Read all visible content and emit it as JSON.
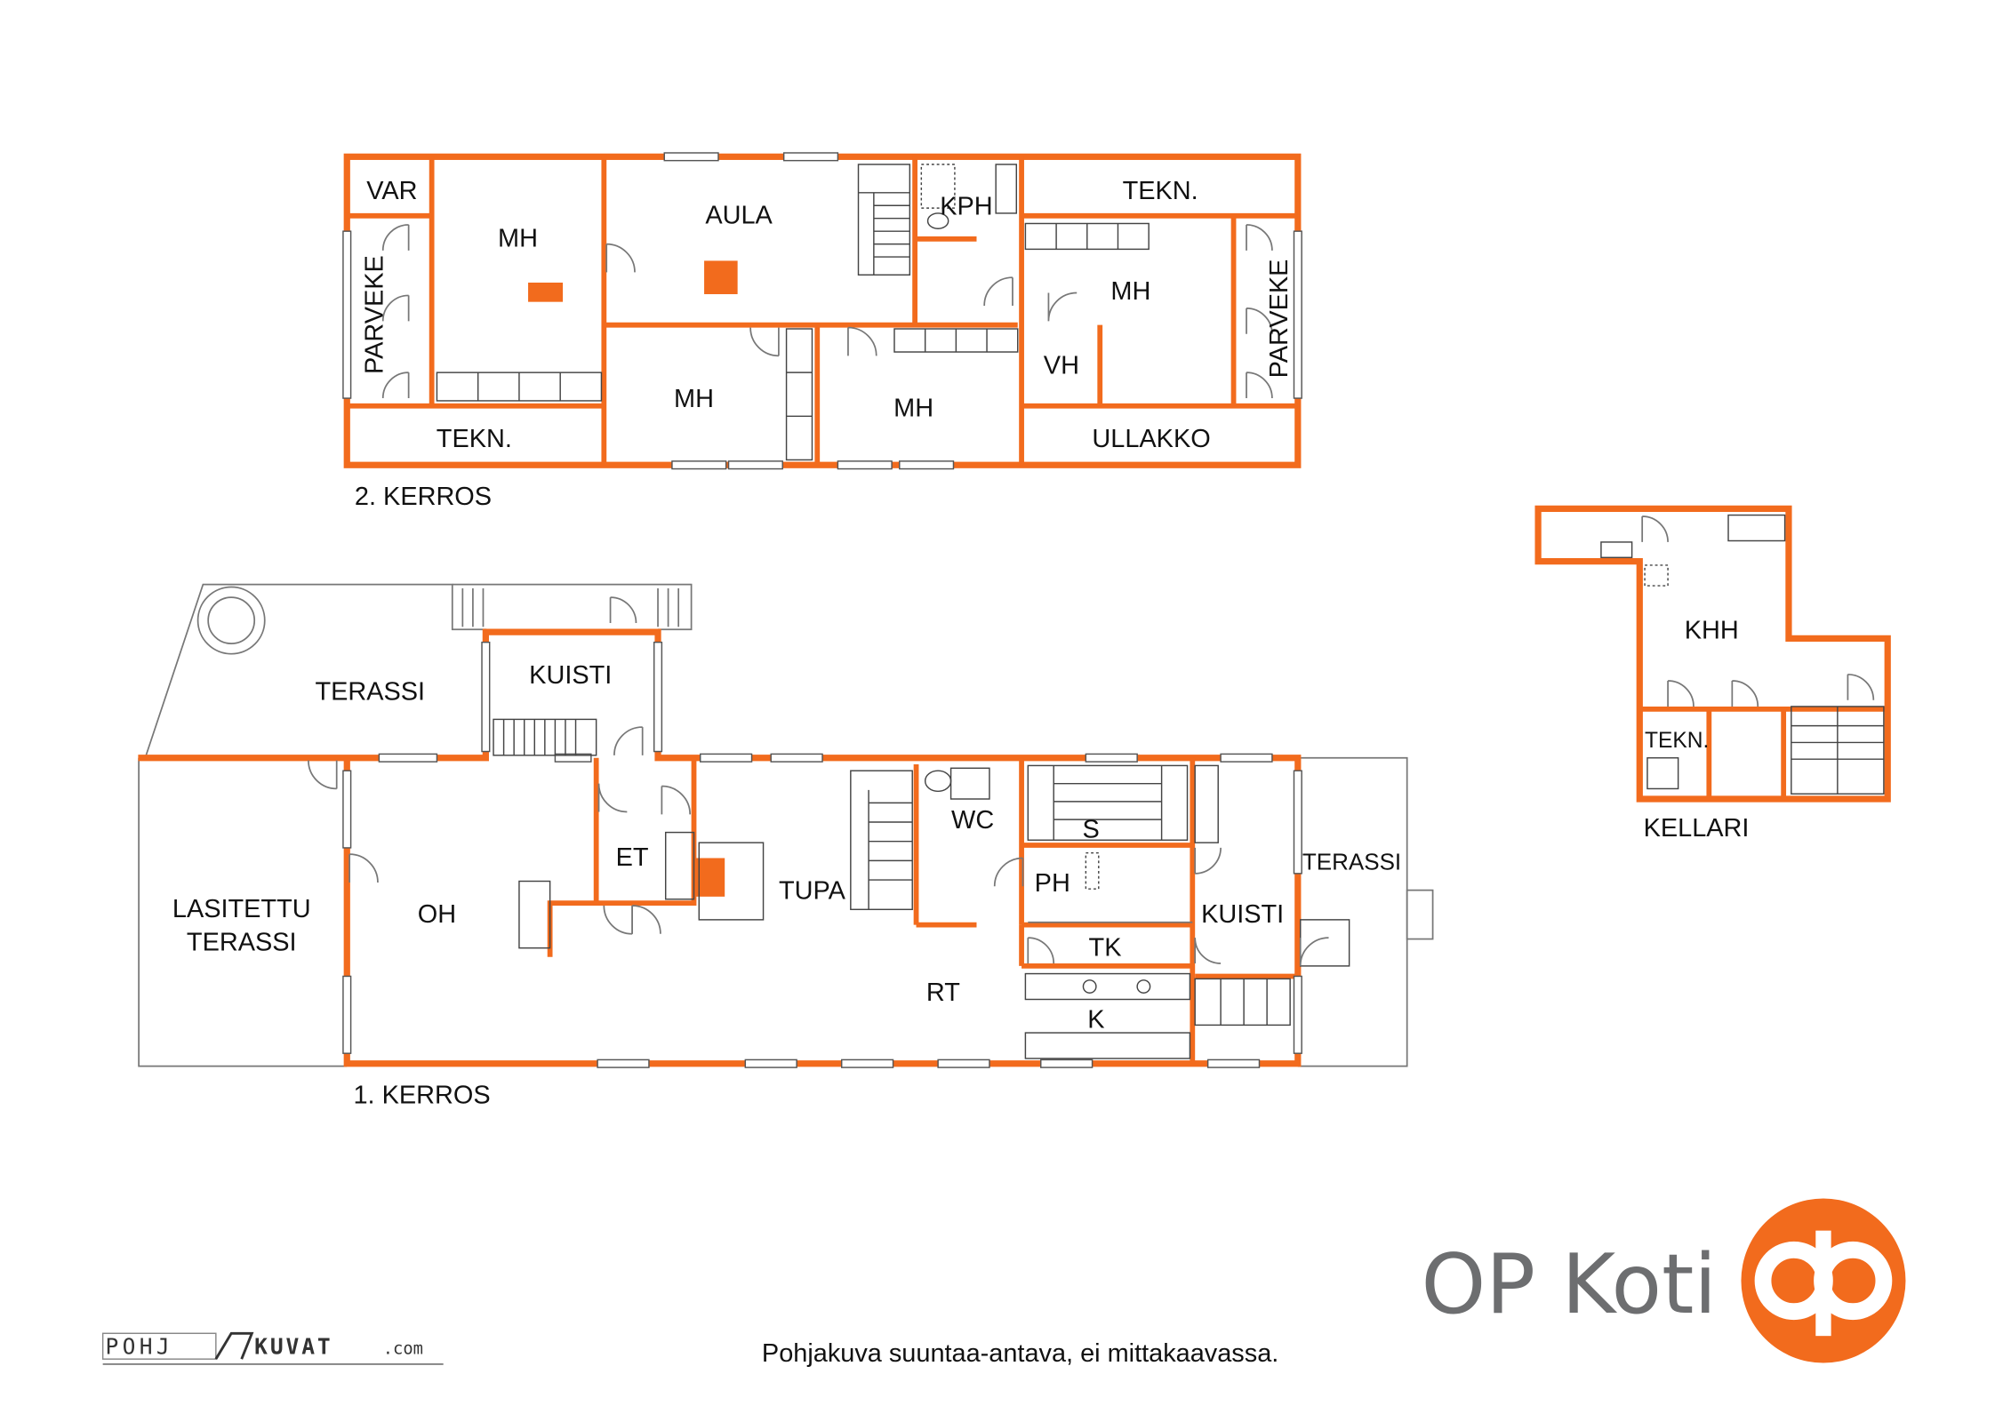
{
  "floors": {
    "second": {
      "caption": "2. KERROS",
      "rooms": {
        "var": "VAR",
        "mh_left": "MH",
        "aula": "AULA",
        "kph": "KPH",
        "tekn_top": "TEKN.",
        "mh_right": "MH",
        "parveke_left": "PARVEKE",
        "parveke_right": "PARVEKE",
        "mh_bottom_left": "MH",
        "mh_bottom_mid": "MH",
        "vh": "VH",
        "tekn_bottom": "TEKN.",
        "ullakko": "ULLAKKO"
      }
    },
    "first": {
      "caption": "1. KERROS",
      "rooms": {
        "terassi_top": "TERASSI",
        "kuisti_top": "KUISTI",
        "lasitettu_terassi_line1": "LASITETTU",
        "lasitettu_terassi_line2": "TERASSI",
        "oh": "OH",
        "et": "ET",
        "tupa": "TUPA",
        "wc": "WC",
        "s": "S",
        "ph": "PH",
        "tk": "TK",
        "rt": "RT",
        "k": "K",
        "kuisti_right": "KUISTI",
        "terassi_right": "TERASSI"
      }
    },
    "basement": {
      "caption": "KELLARI",
      "rooms": {
        "khh": "KHH",
        "tekn": "TEKN."
      }
    }
  },
  "footer": {
    "note": "Pohjakuva suuntaa-antava, ei mittakaavassa.",
    "credit_logo_text": "POHJAKUVAT.com",
    "brand_name": "OP Koti",
    "brand_color": "#f26b1d",
    "brand_icon": "op-logo-icon"
  },
  "colors": {
    "wall": "#f26b1d",
    "text": "#111111",
    "brand_text": "#6d6e70"
  }
}
